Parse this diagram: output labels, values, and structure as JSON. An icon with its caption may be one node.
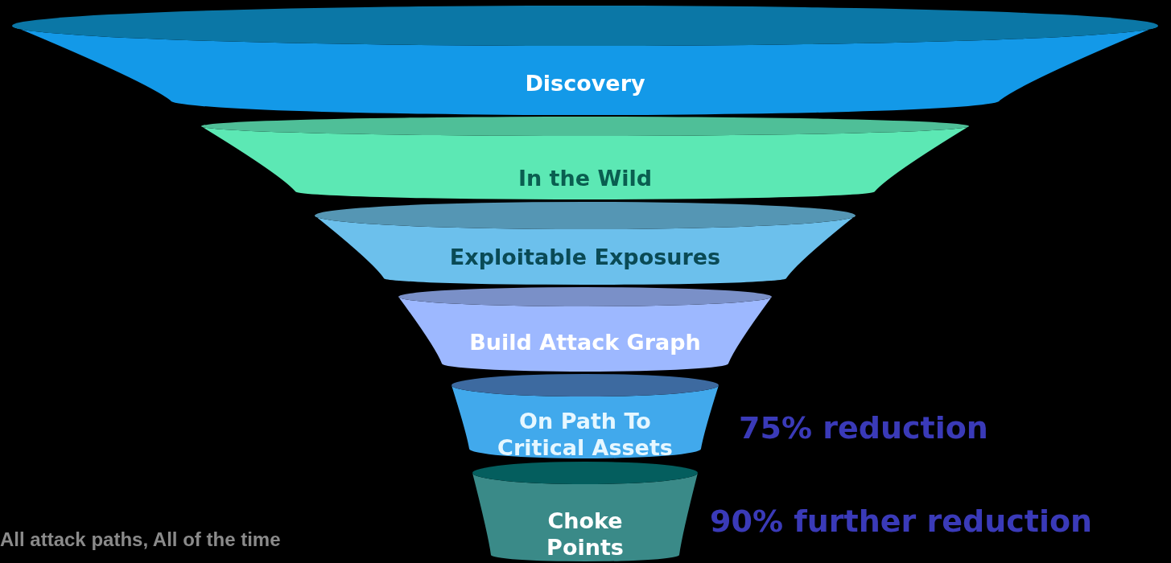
{
  "diagram": {
    "nodes": [
      {
        "text": [
          "Discovery"
        ]
      },
      {
        "text": [
          "In the Wild"
        ]
      },
      {
        "text": [
          "Exploitable Exposures"
        ]
      },
      {
        "text": [
          "Build Attack Graph"
        ]
      },
      {
        "text": [
          "On Path To Critical Assets"
        ],
        "beside": [
          "75% reduction"
        ]
      },
      {
        "text": [
          "Choke Points"
        ],
        "beside": [
          "90% further reduction"
        ]
      }
    ],
    "labels": [
      "All attack paths, All of the time"
    ]
  }
}
